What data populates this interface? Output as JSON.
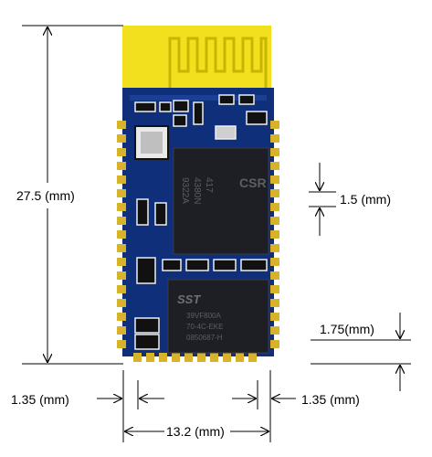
{
  "dimensions": {
    "height": "27.5  (mm)",
    "width": "13.2  (mm)",
    "pad_pitch": "1.5 (mm)",
    "edge_margin_bottom": "1.75(mm)",
    "edge_margin_left": "1.35 (mm)",
    "edge_margin_right": "1.35 (mm)"
  },
  "chip_markings": {
    "main_chip_brand": "CSR",
    "main_chip_lines": [
      "417",
      "4380N",
      "9322A"
    ],
    "flash_chip_brand": "SST",
    "flash_chip_lines": [
      "39VF800A",
      "70-4C-EKE",
      "0850687-H"
    ]
  },
  "colors": {
    "pcb": "#0f2f7a",
    "antenna_gold": "#f2e01e",
    "pad_gold": "#d8b22a",
    "chip": "#1d1f24",
    "background": "#ffffff"
  }
}
